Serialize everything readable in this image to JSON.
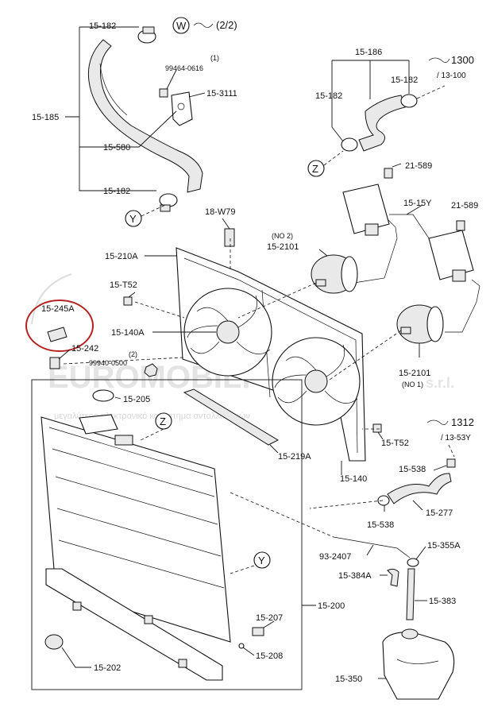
{
  "diagram": {
    "watermark": {
      "brand": "EUROMOBILPARTS",
      "suffix": "s.r.l.",
      "tagline": "μεγαλύτερο ηλεκτρονικό κατάστημα ανταλλακτικών"
    },
    "references": {
      "w_mark": "W",
      "w_text": "(2/2)",
      "ref1300_main": "1300",
      "ref1300_sub": "/ 13-100",
      "ref1312_main": "1312",
      "ref1312_sub": "/ 13-53Y",
      "z_mark": "Z",
      "y_mark": "Y"
    },
    "labels": {
      "l15_182_a": "15-182",
      "l99464": "99464-0616",
      "l99464_note": "(1)",
      "l15_3111": "15-3111",
      "l15_185": "15-185",
      "l15_580": "15-580",
      "l15_182_b": "15-182",
      "l15_186": "15-186",
      "l15_182_c": "15-182",
      "l15_182_d": "15-182",
      "l21_589_a": "21-589",
      "l15_15y": "15-15Y",
      "l21_589_b": "21-589",
      "l18_w79": "18-W79",
      "l_no2": "(NO 2)",
      "l15_2101_a": "15-2101",
      "l15_210a": "15-210A",
      "l15_t52_a": "15-T52",
      "l15_245a": "15-245A",
      "l15_140a": "15-140A",
      "l15_242": "15-242",
      "l99940_note": "(2)",
      "l99940": "99940-0500",
      "l15_2101_b": "15-2101",
      "l_no1": "(NO 1)",
      "l15_205": "15-205",
      "l15_t52_b": "15-T52",
      "l15_219a": "15-219A",
      "l15_538_a": "15-538",
      "l15_140": "15-140",
      "l15_538_b": "15-538",
      "l15_277": "15-277",
      "l15_355a": "15-355A",
      "l93_2407": "93-2407",
      "l15_384a": "15-384A",
      "l15_383": "15-383",
      "l15_200": "15-200",
      "l15_207": "15-207",
      "l15_208": "15-208",
      "l15_202": "15-202",
      "l15_350": "15-350"
    }
  }
}
